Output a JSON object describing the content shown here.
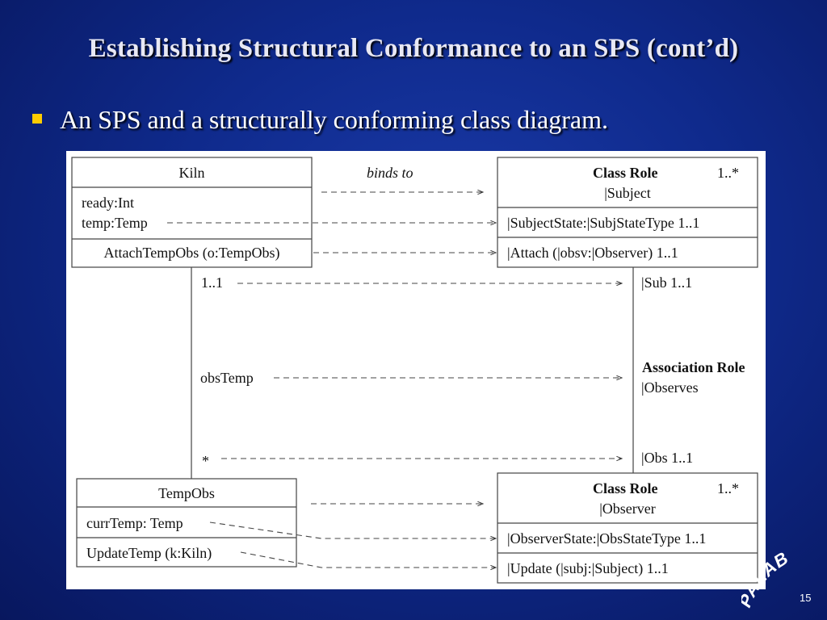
{
  "slide": {
    "title": "Establishing Structural Conformance to an SPS (cont’d)",
    "bullet": "An SPS and a structurally conforming class diagram.",
    "page_number": "15",
    "logo_text": "PALAB"
  },
  "diagram": {
    "kiln": {
      "name": "Kiln",
      "attr1": "ready:Int",
      "attr2": "temp:Temp",
      "op": "AttachTempObs (o:TempObs)"
    },
    "binds_to": "binds to",
    "subject_role": {
      "heading": "Class Role",
      "multiplicity": "1..*",
      "name": "|Subject",
      "attr": "|SubjectState:|SubjStateType 1..1",
      "op": "|Attach (|obsv:|Observer) 1..1"
    },
    "assoc_labels": {
      "kiln_end": "1..1",
      "role_name": "obsTemp",
      "tempobs_end": "*"
    },
    "association_role": {
      "sub_end": "|Sub 1..1",
      "heading": "Association Role",
      "name": "|Observes",
      "obs_end": "|Obs 1..1"
    },
    "tempobs": {
      "name": "TempObs",
      "attr": "currTemp: Temp",
      "op": "UpdateTemp (k:Kiln)"
    },
    "observer_role": {
      "heading": "Class Role",
      "multiplicity": "1..*",
      "name": "|Observer",
      "attr": "|ObserverState:|ObsStateType 1..1",
      "op": "|Update (|subj:|Subject) 1..1"
    }
  }
}
